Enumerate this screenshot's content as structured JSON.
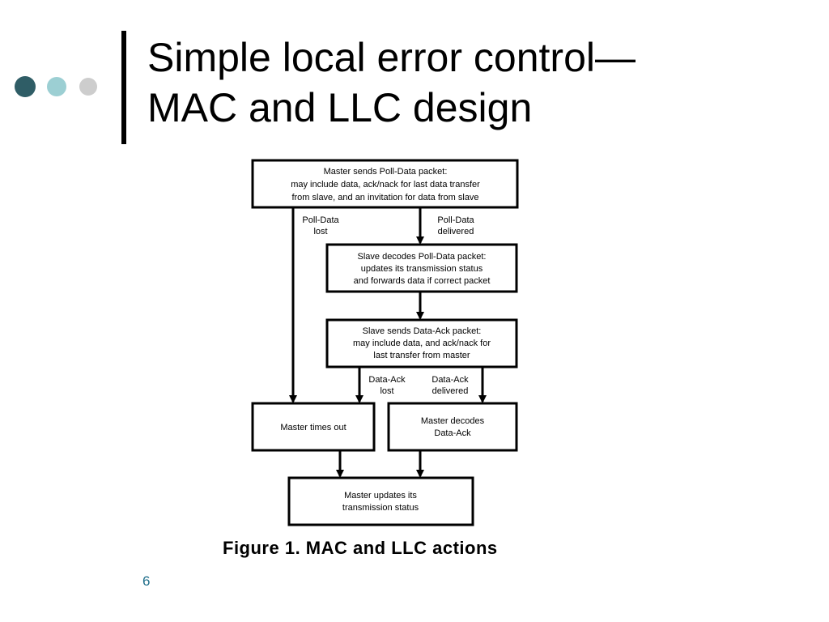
{
  "slide": {
    "title_lines": [
      "Simple local error control—",
      "MAC and LLC design"
    ],
    "slide_number": "6",
    "caption": "Figure 1. MAC and LLC actions"
  },
  "diagram": {
    "boxes": {
      "master_sends": [
        "Master sends Poll-Data packet:",
        "may include data, ack/nack for last data transfer",
        "from slave, and an invitation for data from slave"
      ],
      "slave_decodes": [
        "Slave decodes Poll-Data packet:",
        "updates its transmission status",
        "and forwards data if correct packet"
      ],
      "slave_sends": [
        "Slave sends Data-Ack packet:",
        "may include data, and ack/nack for",
        "last transfer from master"
      ],
      "master_times_out": [
        "Master times out"
      ],
      "master_decodes": [
        "Master decodes",
        "Data-Ack"
      ],
      "master_updates": [
        "Master updates its",
        "transmission status"
      ]
    },
    "edge_labels": {
      "poll_data_lost": [
        "Poll-Data",
        "lost"
      ],
      "poll_data_delivered": [
        "Poll-Data",
        "delivered"
      ],
      "data_ack_lost": [
        "Data-Ack",
        "lost"
      ],
      "data_ack_delivered": [
        "Data-Ack",
        "delivered"
      ]
    }
  }
}
